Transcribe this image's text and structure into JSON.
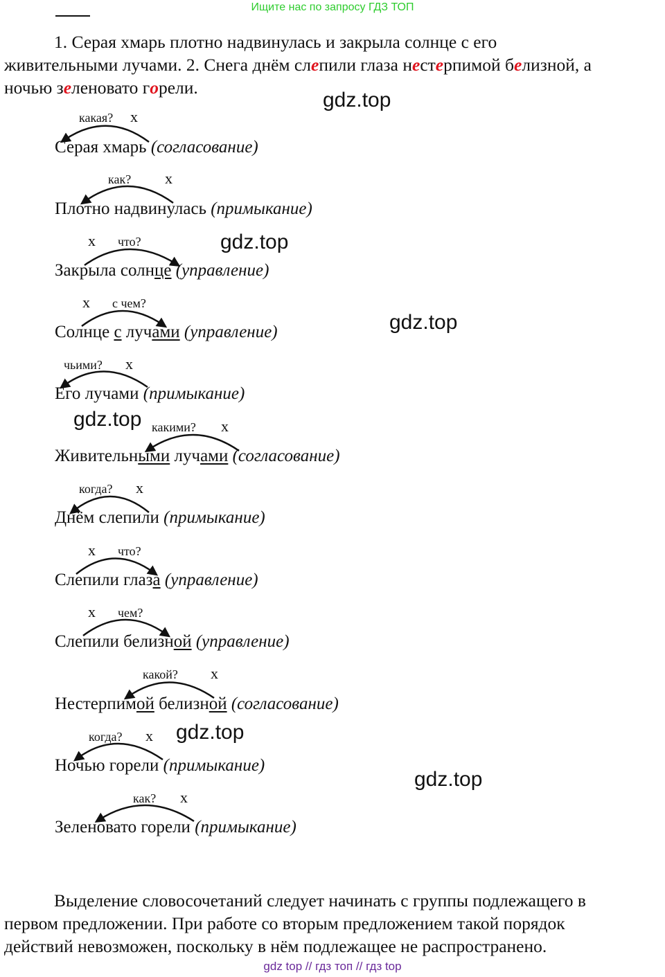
{
  "banner": "Ищите нас по запросу ГДЗ ТОП",
  "intro": {
    "p1": "1. Серая хмарь плотно надвинулась и закрыла солнце с его",
    "l2a": "живительными лучами. 2. Снега днём сл",
    "l2b": "е",
    "l2c": "пили глаза н",
    "l2d": "е",
    "l2e": "ст",
    "l2f": "е",
    "l2g": "рпимой б",
    "l2h": "е",
    "l2i": "лизной, а",
    "l3a": "ночью з",
    "l3b": "е",
    "l3c": "леновато г",
    "l3d": "о",
    "l3e": "рели."
  },
  "watermark": "gdz.top",
  "phrases": [
    {
      "main": "Серая хмарь ",
      "type": "(согласование)",
      "question": "какая?",
      "x": "х"
    },
    {
      "main": "Плотно надвинулась ",
      "type": "(примыкание)",
      "question": "как?",
      "x": "х"
    },
    {
      "a": "Закрыла солн",
      "b": "це",
      "c": " ",
      "type": "(управление)",
      "question": "что?",
      "x": "х"
    },
    {
      "a": "Солнце ",
      "b": "с",
      "c": " луч",
      "d": "ами",
      "e": " ",
      "type": "(управление)",
      "question": "с чем?",
      "x": "х"
    },
    {
      "main": "Его лучами ",
      "type": "(примыкание)",
      "question": "чьими?",
      "x": "х"
    },
    {
      "a": "Живительн",
      "b": "ыми",
      "c": " луч",
      "d": "ами",
      "e": " ",
      "type": "(согласование)",
      "question": "какими?",
      "x": "х"
    },
    {
      "main": "Днём слепили ",
      "type": "(примыкание)",
      "question": "когда?",
      "x": "х"
    },
    {
      "a": "Слепили глаз",
      "b": "а",
      "c": " ",
      "type": "(управление)",
      "question": "что?",
      "x": "х"
    },
    {
      "a": "Слепили белизн",
      "b": "ой",
      "c": " ",
      "type": "(управление)",
      "question": "чем?",
      "x": "х"
    },
    {
      "a": "Нестерпим",
      "b": "ой",
      "c": " белизн",
      "d": "ой",
      "e": " ",
      "type": "(согласование)",
      "question": "какой?",
      "x": "х"
    },
    {
      "main": "Ночью горели ",
      "type": "(примыкание)",
      "question": "когда?",
      "x": "х"
    },
    {
      "main": "Зеленовато горели ",
      "type": "(примыкание)",
      "question": "как?",
      "x": "х"
    }
  ],
  "conclusion": {
    "l1": "Выделение словосочетаний следует начинать с группы подлежащего в",
    "l2": "первом предложении. При работе со вторым предложением такой порядок",
    "l3": "действий невозможен, поскольку в нём подлежащее не распространено."
  },
  "footer": "gdz top  //  гдз топ  //  гдз top"
}
